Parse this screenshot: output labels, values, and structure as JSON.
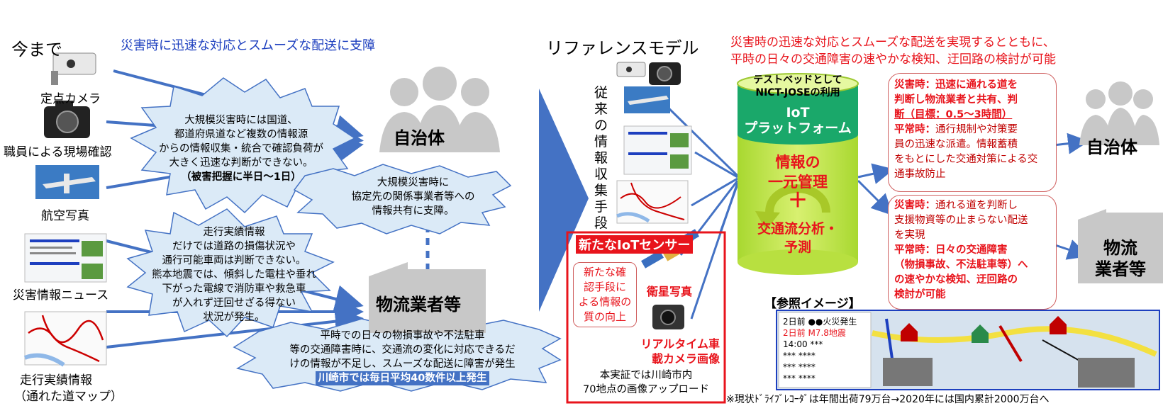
{
  "left": {
    "title": "今まで",
    "headline": "災害時に迅速な対応とスムーズな配送に支障",
    "sources": {
      "camera": "定点カメラ",
      "staff": "職員による現場確認",
      "aerial": "航空写真",
      "news": "災害情報ニュース",
      "map": "走行実績情報",
      "map_sub": "（通れた道マップ）"
    },
    "burst1": [
      "大規模災害時には国道、",
      "都道府県道など複数の情報源",
      "からの情報収集・統合で確認負荷が",
      "大きく迅速な判断ができない。",
      "（被害把握に半日〜1日）"
    ],
    "bubble1": [
      "大規模災害時に",
      "協定先の関係事業者等への",
      "情報共有に支障。"
    ],
    "burst2": [
      "走行実績情報",
      "だけでは道路の損傷状況や",
      "通行可能車両は判断できない。",
      "熊本地震では、傾斜した電柱や垂れ",
      "下がった電線で消防車や救急車",
      "が入れず迂回せざる得ない",
      "状況が発生。"
    ],
    "bubble2": [
      "平時での日々の物損事故や不法駐車",
      "等の交通障害時に、交通流の変化に対応できるだ",
      "けの情報が不足し、スムーズな配送に障害が発生",
      "川崎市では毎日平均40数件以上発生"
    ],
    "municipality": "自治体",
    "logistics": "物流業者等"
  },
  "right": {
    "title": "リファレンスモデル",
    "headline": [
      "災害時の迅速な対応とスムーズな配送を実現するとともに、",
      "平時の日々の交通障害の速やかな検知、迂回路の検討が可能"
    ],
    "conventional": "従来の情報収集手段",
    "testbed": [
      "テストベッドとして",
      "NICT-JOSEの利用"
    ],
    "iot_platform": [
      "IoT",
      "プラットフォーム"
    ],
    "unify": [
      "情報の",
      "一元管理"
    ],
    "plus": "＋",
    "analysis": [
      "交通流分析・",
      "予測"
    ],
    "new_sensor": "新たなIoTセンサー",
    "new_means": [
      "新たな確",
      "認手段に",
      "よる情報の",
      "質の向上"
    ],
    "satellite": "衛星写真",
    "dashcam": [
      "リアルタイム車",
      "載カメラ画像"
    ],
    "upload": [
      "本実証では川崎市内",
      "70地点の画像アップロード"
    ],
    "box1": {
      "disaster_label": "災害時：",
      "disaster_text": [
        "迅速に通れる道を",
        "判断し物流業者と共有、判",
        "断（目標：0.5〜3時間）"
      ],
      "normal_label": "平常時：",
      "normal_text": [
        "通行規制や対策要",
        "員の迅速な派遣。情報蓄積",
        "をもとにした交通対策による交",
        "通事故防止"
      ]
    },
    "box2": {
      "disaster_label": "災害時：",
      "disaster_text": [
        "通れる道を判断し",
        "支援物資等の止まらない配送",
        "を実現"
      ],
      "normal_label": "平常時：",
      "normal_text": [
        "日々の交通障害",
        "（物損事故、不法駐車等）へ",
        "の速やかな検知、迂回路の",
        "検討が可能"
      ]
    },
    "municipality": "自治体",
    "logistics": [
      "物流",
      "業者等"
    ],
    "ref_image_title": "【参照イメージ】",
    "ref_log": [
      "2日前 ●●火災発生",
      "2日前 M7.8地震",
      "14:00 ***",
      "***    ****",
      "***    ****",
      "***    ****"
    ],
    "footnote": "※現状ﾄﾞﾗｲﾌﾞﾚｺｰﾀﾞは年間出荷79万台→2020年には国内累計2000万台へ"
  },
  "colors": {
    "accent_red": "#e8141c",
    "accent_blue": "#1d3fbf",
    "arrow_blue": "#4472c4",
    "bubble_fill": "#dbeaf7",
    "cylinder_green": "#c5e85a",
    "cylinder_top": "#1aa86a"
  }
}
